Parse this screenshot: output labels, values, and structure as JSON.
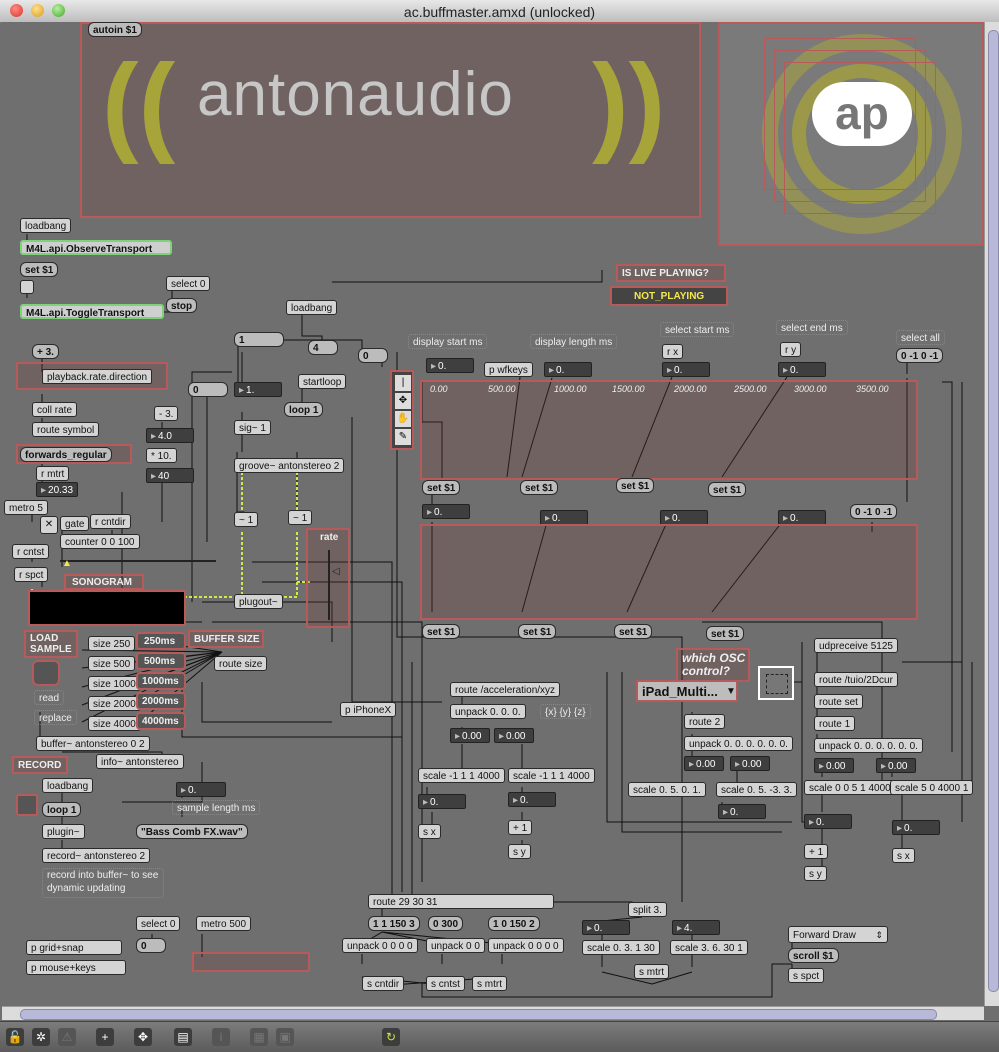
{
  "window": {
    "title": "ac.buffmaster.amxd (unlocked)"
  },
  "logo": {
    "wordmark": "antonaudio",
    "badge": "ap",
    "left_wave": "((",
    "right_wave": "))"
  },
  "colors": {
    "patchcord": "#111111",
    "signal_cord": "#d2e84a",
    "panel_border": "#b75a5a",
    "api_border": "#7ed27a",
    "logo_yellow": "#a7a43a"
  },
  "objects": {
    "autoin": "autoin $1",
    "loadbang": "loadbang",
    "observe_transport": "M4L.api.ObserveTransport",
    "set1": "set $1",
    "select0": "select 0",
    "stop": "stop",
    "toggle_transport": "M4L.api.ToggleTransport",
    "is_live_playing": "IS LIVE PLAYING?",
    "not_playing": "NOT_PLAYING",
    "loadbang2": "loadbang",
    "plus3": "+ 3.",
    "playback_rate_direction": "playback.rate.direction",
    "coll_rate": "coll rate",
    "route_symbol": "route symbol",
    "forwards_regular": "forwards_regular",
    "r_mtrt": "r mtrt",
    "val_2033": "20.33",
    "metro5": "metro 5",
    "gate": "gate",
    "r_cntdir": "r cntdir",
    "r_cntst": "r cntst",
    "counter": "counter 0 0 100",
    "r_spct": "r spct",
    "sonogram": "SONOGRAM",
    "load_sample": "LOAD SAMPLE",
    "read": "read",
    "replace": "replace",
    "size250": "size 250",
    "size500": "size 500",
    "size1000": "size 1000",
    "size2000": "size 2000",
    "size4000": "size 4000",
    "ms250": "250ms",
    "ms500": "500ms",
    "ms1000": "1000ms",
    "ms2000": "2000ms",
    "ms4000": "4000ms",
    "buffer_size": "BUFFER SIZE",
    "route_size": "route size",
    "buffer": "buffer~ antonstereo 0 2",
    "record": "RECORD",
    "info": "info~ antonstereo",
    "loadbang3": "loadbang",
    "loop1": "loop 1",
    "plugin": "plugin~",
    "record_obj": "record~ antonstereo 2",
    "record_comment": "record into buffer~ to see dynamic updating",
    "sample_len_num": "0.",
    "sample_len": "sample length ms",
    "bass_comb": "\"Bass Comb FX.wav\"",
    "select0b": "select 0",
    "metro500": "metro 500",
    "p_grid": "p grid+snap",
    "p_mouse": "p mouse+keys",
    "num1": "1",
    "num4": "4",
    "num0a": "0",
    "num0b": "0",
    "num1dot": "1.",
    "minus3": "- 3.",
    "val40": "4.0",
    "times10": "* 10.",
    "val40b": "40",
    "startloop": "startloop",
    "loop1b": "loop 1",
    "sig1": "sig~ 1",
    "groove": "groove~ antonstereo 2",
    "tilde1a": "~ 1",
    "tilde1b": "~ 1",
    "rate": "rate",
    "plugout": "plugout~",
    "display_start": "display start ms",
    "display_length": "display length ms",
    "select_start": "select start ms",
    "select_end": "select end ms",
    "select_all": "select all",
    "select_all_val": "0 -1 0 -1",
    "r_x": "r x",
    "r_y": "r y",
    "p_wfkeys": "p wfkeys",
    "n0a": "0.",
    "n0b": "0.",
    "n0c": "0.",
    "n0d": "0.",
    "set1a": "set $1",
    "set1b": "set $1",
    "set1c": "set $1",
    "set1d": "set $1",
    "n0e": "0.",
    "n0f": "0.",
    "n0g": "0.",
    "n0h": "0.",
    "val0m10m1": "0 -1 0 -1",
    "set1e": "set $1",
    "set1f": "set $1",
    "set1g": "set $1",
    "set1h": "set $1",
    "udpreceive": "udpreceive 5125",
    "which_osc": "which OSC control?",
    "ipad_menu": "iPad_Multi...",
    "route_tuio": "route /tuio/2Dcur",
    "route_set": "route set",
    "route_accel": "route /acceleration/xyz",
    "unpack000": "unpack 0. 0. 0.",
    "xyz": "{x} {y} {z}",
    "route2": "route 2",
    "route1": "route 1",
    "unpack6a": "unpack 0. 0. 0. 0. 0. 0.",
    "unpack6b": "unpack 0. 0. 0. 0. 0. 0.",
    "p_iphonex": "p iPhoneX",
    "n000a": "0.00",
    "n000b": "0.00",
    "n000c": "0.00",
    "n000d": "0.00",
    "n000e": "0.00",
    "n000f": "0.00",
    "scale_a": "scale -1 1 1 4000",
    "scale_b": "scale -1 1 1 4000",
    "scale_c": "scale 0. 5. 0. 1.",
    "scale_d": "scale 0. 5. -3. 3.",
    "scale_e": "scale 0 0 5 1 4000",
    "scale_f": "scale 5 0 4000 1",
    "n0i": "0.",
    "n0j": "0.",
    "n0k": "0.",
    "n0l": "0.",
    "n0m": "0.",
    "plus1a": "+ 1",
    "plus1b": "+ 1",
    "sx": "s x",
    "sy": "s y",
    "sx2": "s x",
    "sy2": "s y",
    "route293031": "route 29 30 31",
    "m11503": "1 1 150 3",
    "m0300": "0 300",
    "m101502": "1 0 150 2",
    "unpack0000a": "unpack 0 0 0 0",
    "unpack00": "unpack 0 0",
    "unpack0000b": "unpack 0 0 0 0",
    "s_cntdir": "s cntdir",
    "s_cntst": "s cntst",
    "s_mtrt": "s mtrt",
    "split3": "split 3.",
    "n0n": "0.",
    "n4": "4.",
    "scale_g": "scale 0. 3. 1 30",
    "scale_h": "scale 3. 6. 30 1",
    "s_mtrt2": "s mtrt",
    "forward_draw": "Forward Draw",
    "scroll1": "scroll $1",
    "s_spct": "s spct"
  },
  "waveform": {
    "ticks": [
      "0.00",
      "500.00",
      "1000.00",
      "1500.00",
      "2000.00",
      "2500.00",
      "3000.00",
      "3500.00"
    ]
  },
  "toolbar": {
    "icons": [
      "lock-icon",
      "presentation-icon",
      "warning-icon",
      "new-object-icon",
      "move-icon",
      "patcher-inspector-icon",
      "info-icon",
      "grid-icon",
      "snap-icon",
      "autosave-icon"
    ]
  }
}
